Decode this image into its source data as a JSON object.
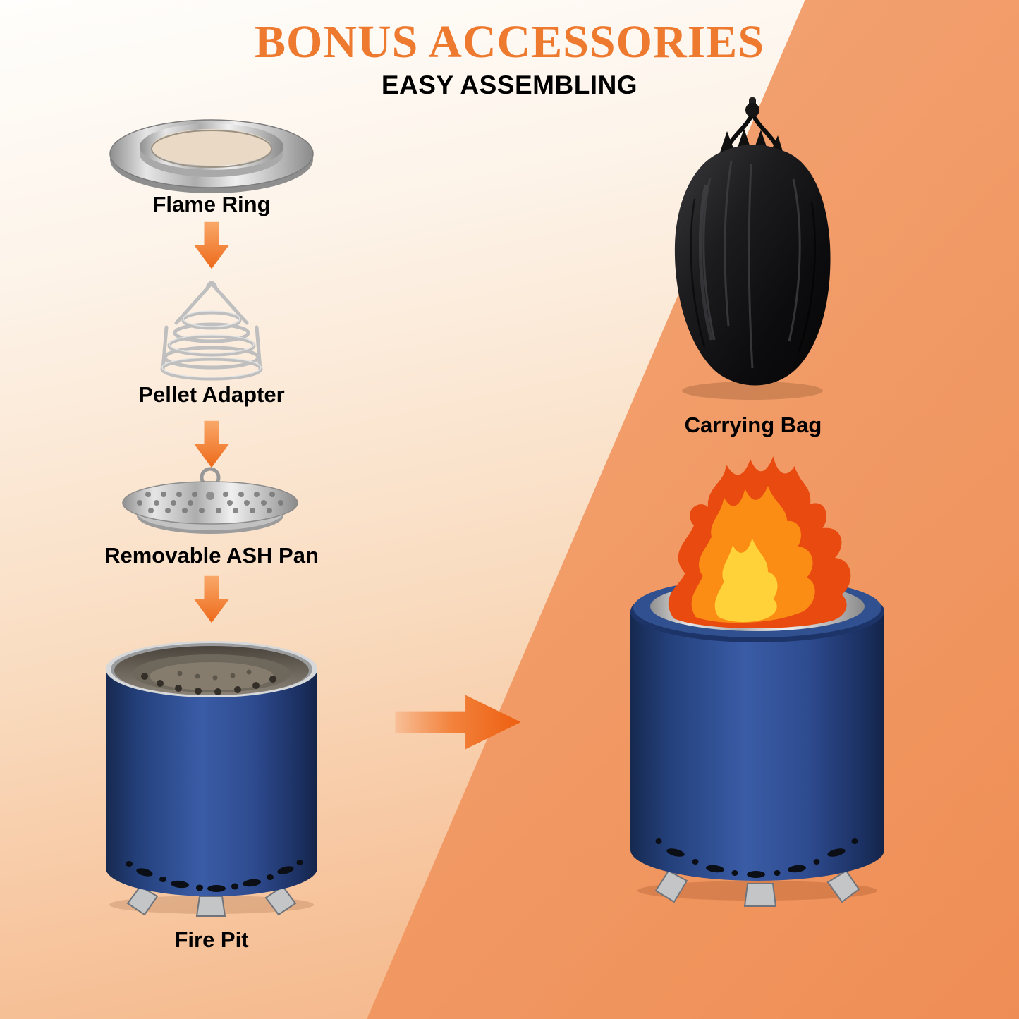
{
  "header": {
    "title": "BONUS ACCESSORIES",
    "subtitle": "EASY ASSEMBLING"
  },
  "assembly_steps": [
    {
      "label": "Flame Ring",
      "icon": "flame-ring-image"
    },
    {
      "label": "Pellet Adapter",
      "icon": "pellet-adapter-image"
    },
    {
      "label": "Removable ASH Pan",
      "icon": "ash-pan-image"
    },
    {
      "label": "Fire Pit",
      "icon": "fire-pit-image"
    }
  ],
  "accessories": [
    {
      "label": "Carrying Bag",
      "icon": "carrying-bag-image"
    }
  ],
  "result": {
    "icon": "assembled-fire-pit-flames-image"
  },
  "icons": {
    "down_arrow": "down-arrow-icon",
    "right_arrow": "right-arrow-icon"
  },
  "colors": {
    "title_orange": "#ee7a30",
    "arrow_orange": "#ed6a1a",
    "firepit_blue": "#2e4b8f",
    "bag_black": "#111111",
    "steel_gray": "#c8c8c8",
    "flame_red": "#e84a10",
    "flame_orange": "#fb8c14",
    "flame_yellow": "#ffd23a",
    "text_black": "#000000"
  }
}
